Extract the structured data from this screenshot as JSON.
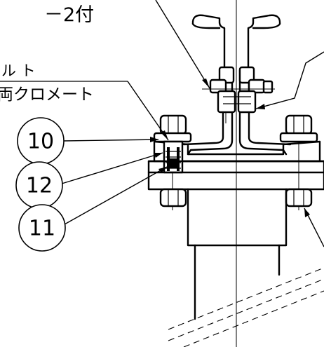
{
  "labels": {
    "note_top": "－2付",
    "bolt_fragment": "ル ト",
    "chromate_fragment": "両クロメート"
  },
  "callouts": [
    {
      "id": "10",
      "label": "10"
    },
    {
      "id": "12",
      "label": "12"
    },
    {
      "id": "11",
      "label": "11"
    }
  ]
}
